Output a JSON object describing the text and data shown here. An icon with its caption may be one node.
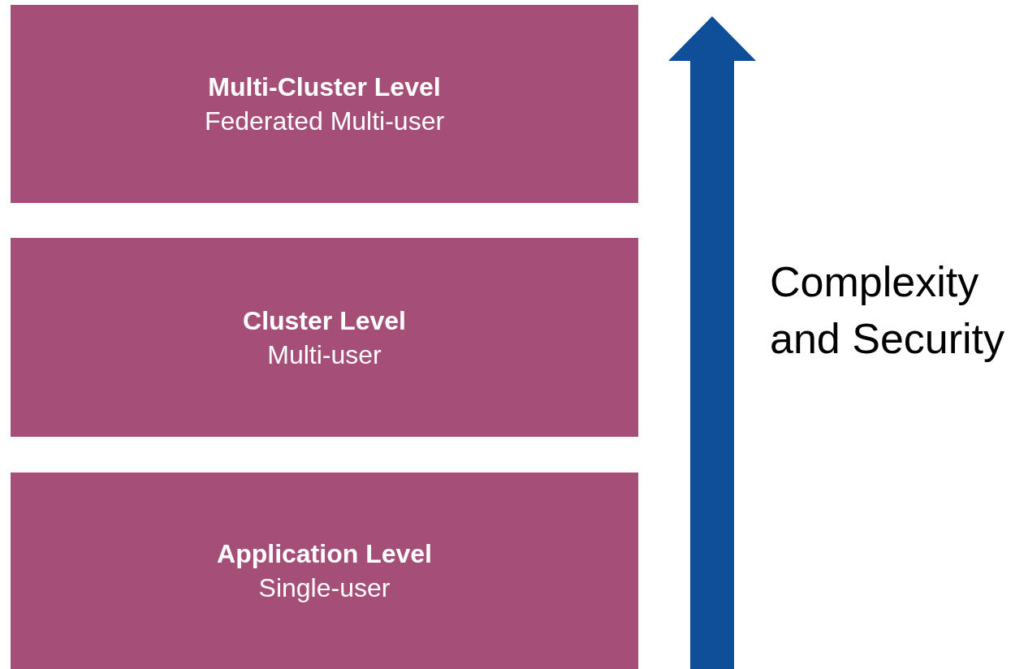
{
  "diagram": {
    "nodes": [
      {
        "text": [
          "Multi-Cluster Level",
          "Federated Multi-user"
        ]
      },
      {
        "text": [
          "Cluster Level",
          "Multi-user"
        ]
      },
      {
        "text": [
          "Application Level",
          "Single-user"
        ]
      }
    ],
    "labels": [
      "Complexity and Security"
    ]
  }
}
